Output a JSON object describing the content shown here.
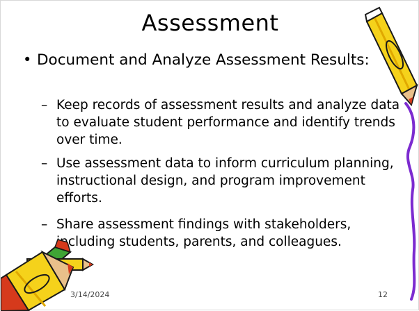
{
  "slide": {
    "title": "Assessment",
    "main_bullet": "Document and Analyze Assessment Results:",
    "sub_bullets": [
      "Keep records of assessment results and analyze data to evaluate student performance and identify trends over time.",
      "Use assessment data to inform curriculum planning, instructional design, and program improvement efforts.",
      "Share assessment findings with stakeholders, including students, parents, and colleagues."
    ],
    "date": "3/14/2024",
    "page_number": "12"
  },
  "decorations": {
    "top_right": "pencil-icon",
    "bottom_left": "pencils-icon",
    "right_edge": "curly-line-icon"
  },
  "colors": {
    "pencil_body": "#f5d21b",
    "pencil_tip": "#d63a1c",
    "pencil_outline": "#1a1a1a",
    "curly_line": "#7c2bd0"
  }
}
